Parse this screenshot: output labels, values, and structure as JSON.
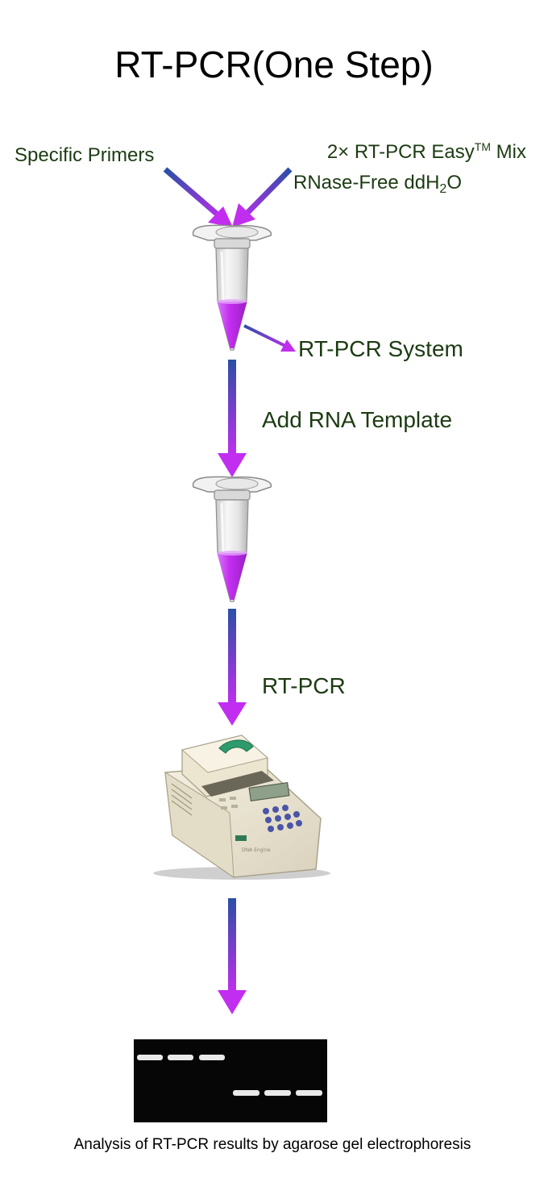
{
  "title": "RT-PCR(One Step)",
  "inputs": {
    "left_label": "Specific Primers",
    "right_label_main": "2× RT-PCR Easy",
    "right_label_tm": "TM",
    "right_label_tail": " Mix",
    "right_label_2_a": "RNase-Free ddH",
    "right_label_2_sub": "2",
    "right_label_2_b": "O"
  },
  "system_label": "RT-PCR System",
  "steps": [
    "Add RNA Template",
    "RT-PCR"
  ],
  "caption": "Analysis of RT-PCR results by agarose gel electrophoresis",
  "colors": {
    "arrow_top": "#2a4fa6",
    "arrow_bottom": "#c12ef0",
    "liquid": "#c42ff0",
    "label_text": "#1c3b12",
    "gel_background": "#060606",
    "gel_band": "#eeeeee"
  },
  "icons": [
    "microcentrifuge-tube",
    "thermal-cycler",
    "agarose-gel-image"
  ]
}
